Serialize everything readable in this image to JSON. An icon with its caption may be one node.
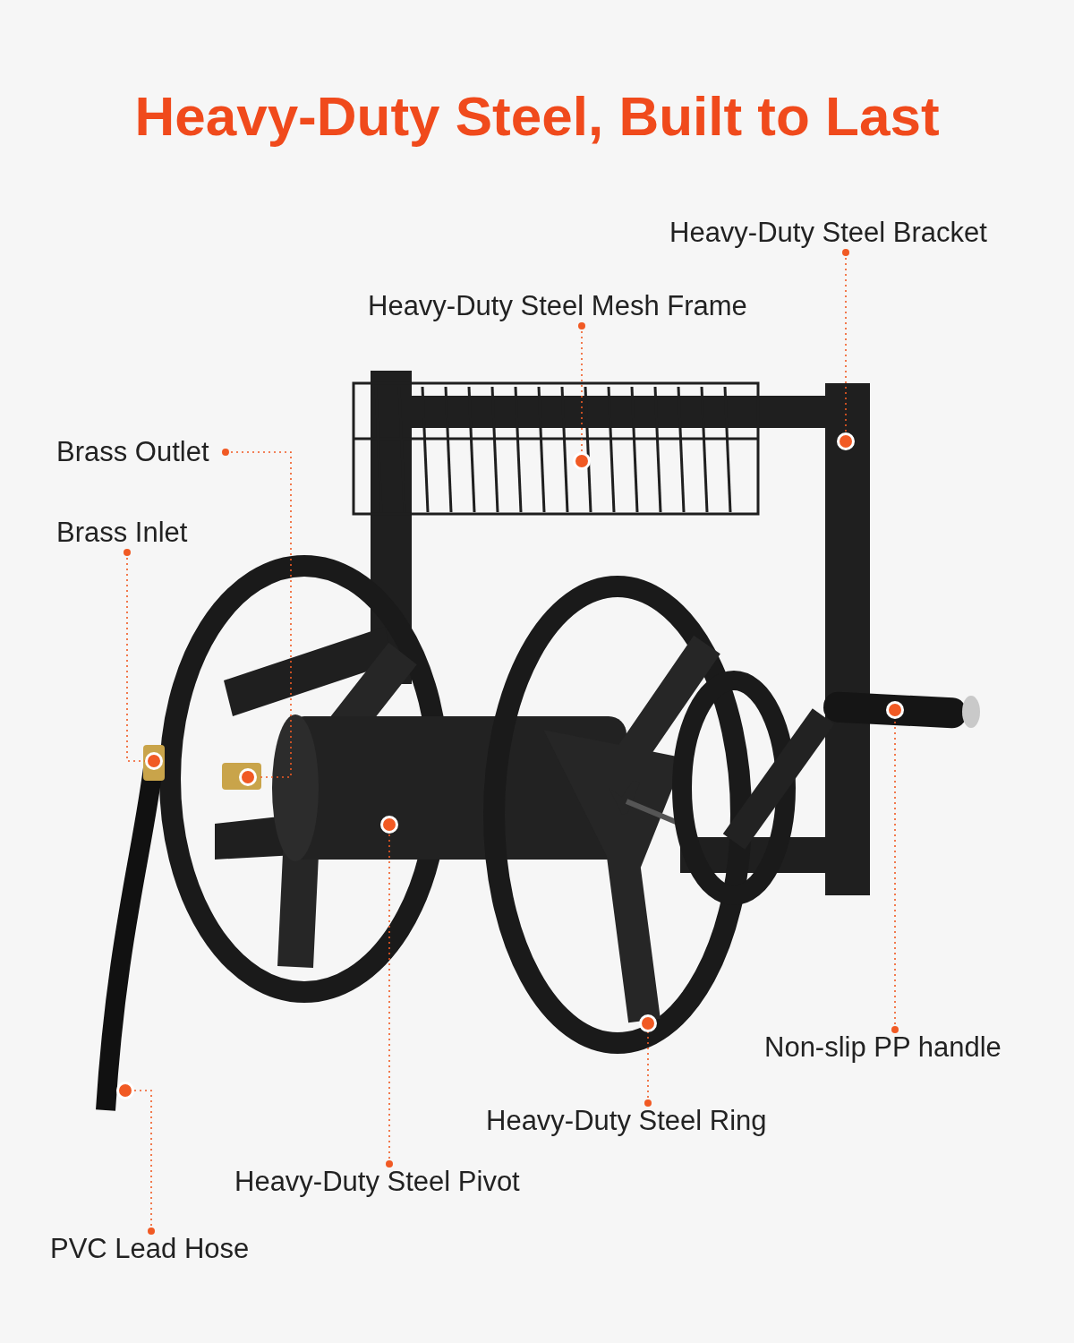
{
  "diagram": {
    "title": "Heavy-Duty Steel, Built to Last",
    "nodes": [
      {
        "text": [
          "Heavy-Duty Steel Bracket"
        ]
      },
      {
        "text": [
          "Heavy-Duty Steel Mesh Frame"
        ]
      },
      {
        "text": [
          "Brass Outlet"
        ]
      },
      {
        "text": [
          "Brass Inlet"
        ]
      },
      {
        "text": [
          "Non-slip PP handle"
        ]
      },
      {
        "text": [
          "Heavy-Duty Steel Ring"
        ]
      },
      {
        "text": [
          "Heavy-Duty Steel Pivot"
        ]
      },
      {
        "text": [
          "PVC Lead Hose"
        ]
      },
      {
        "text": [],
        "shape": "circle"
      },
      {
        "text": [],
        "shape": "circle"
      },
      {
        "text": [],
        "shape": "circle"
      },
      {
        "text": [],
        "shape": "circle"
      },
      {
        "text": [],
        "shape": "circle"
      },
      {
        "text": [],
        "shape": "circle"
      },
      {
        "text": [],
        "shape": "circle"
      },
      {
        "text": [],
        "shape": "circle"
      }
    ],
    "edges": [
      {
        "from": 0,
        "to": 8,
        "arrow": "other",
        "style": "dashed"
      },
      {
        "from": 1,
        "to": 9,
        "arrow": "other",
        "style": "dashed"
      },
      {
        "from": 2,
        "to": 10,
        "arrow": "other",
        "style": "dashed"
      },
      {
        "from": 3,
        "to": 11,
        "arrow": "other",
        "style": "dashed"
      },
      {
        "from": 4,
        "to": 12,
        "arrow": "other",
        "style": "dashed"
      },
      {
        "from": 5,
        "to": 13,
        "arrow": "other",
        "style": "dashed"
      },
      {
        "from": 6,
        "to": 14,
        "arrow": "other",
        "style": "dashed"
      },
      {
        "from": 7,
        "to": 15,
        "arrow": "other",
        "style": "dashed"
      }
    ]
  }
}
